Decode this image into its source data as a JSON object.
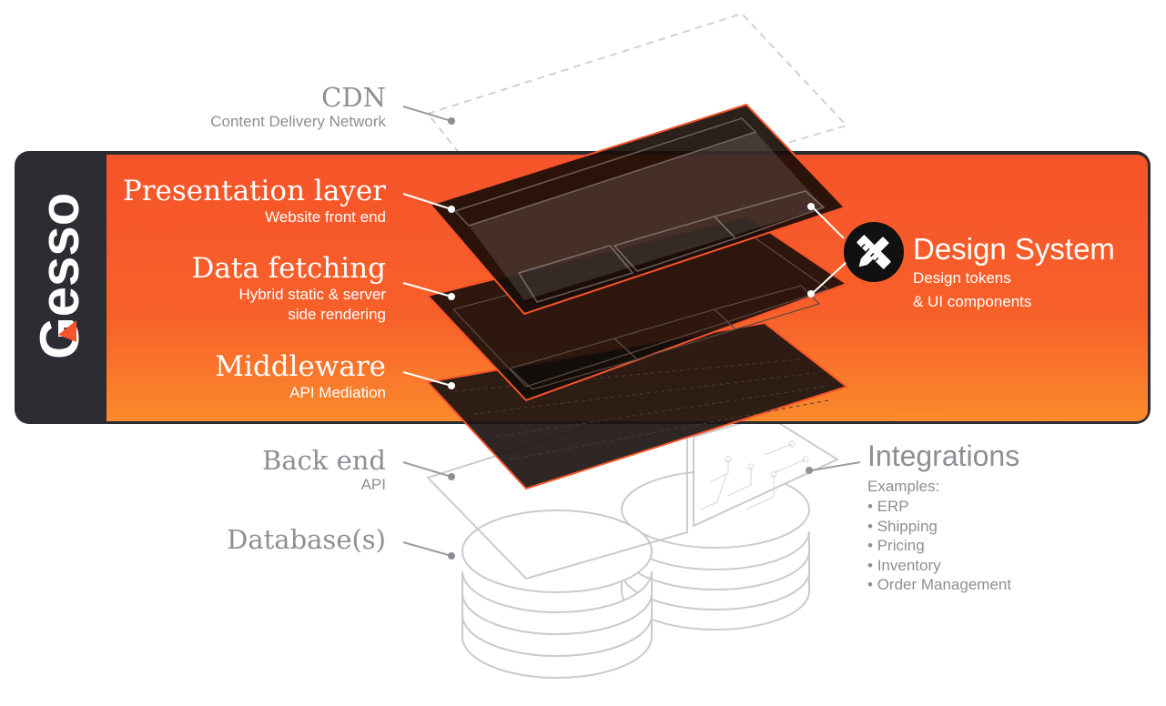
{
  "brand": {
    "logo_text": "Gesso",
    "accent": "#f6542a",
    "dark": "#2b2d33"
  },
  "layers": {
    "cdn": {
      "title": "CDN",
      "subtitle": "Content Delivery Network"
    },
    "presentation": {
      "title": "Presentation layer",
      "subtitle": "Website front end"
    },
    "data_fetching": {
      "title": "Data fetching",
      "subtitle_line1": "Hybrid static & server",
      "subtitle_line2": "side rendering"
    },
    "middleware": {
      "title": "Middleware",
      "subtitle": "API Mediation"
    },
    "back_end": {
      "title": "Back end",
      "subtitle": "API"
    },
    "database": {
      "title": "Database(s)"
    }
  },
  "design_system": {
    "title": "Design System",
    "line1": "Design tokens",
    "line2": "& UI components",
    "icon": "pencil-ruler-icon"
  },
  "integrations": {
    "title": "Integrations",
    "examples_label": "Examples:",
    "items": [
      "ERP",
      "Shipping",
      "Pricing",
      "Inventory",
      "Order Management"
    ]
  }
}
